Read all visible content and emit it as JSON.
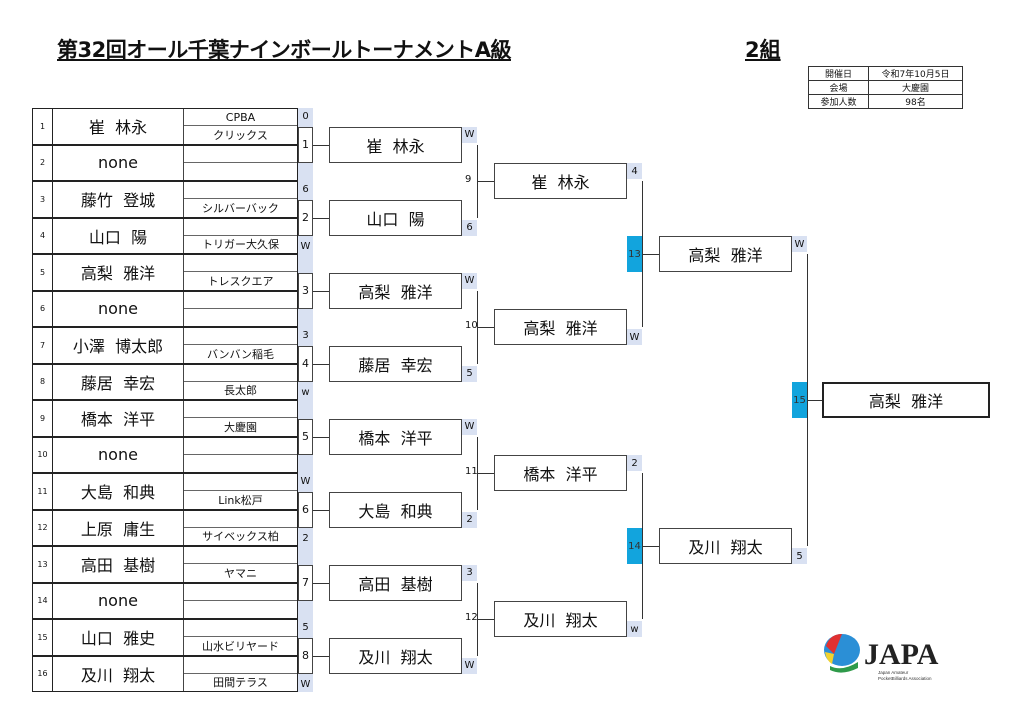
{
  "header": {
    "title": "第32回オール千葉ナインボールトーナメントA級",
    "group": "2組"
  },
  "info": [
    {
      "label": "開催日",
      "value": "令和7年10月5日"
    },
    {
      "label": "会場",
      "value": "大慶園"
    },
    {
      "label": "参加人数",
      "value": "98名"
    }
  ],
  "players": [
    {
      "num": "1",
      "name": "崔  林永",
      "club_top": "CPBA",
      "club_bottom": "クリックス",
      "score": "0"
    },
    {
      "num": "2",
      "name": "none",
      "club_top": "",
      "club_bottom": "",
      "score": ""
    },
    {
      "num": "3",
      "name": "藤竹  登城",
      "club_top": "",
      "club_bottom": "シルバーバック",
      "score": "6"
    },
    {
      "num": "4",
      "name": "山口  陽",
      "club_top": "",
      "club_bottom": "トリガー大久保",
      "score": "W"
    },
    {
      "num": "5",
      "name": "高梨  雅洋",
      "club_top": "",
      "club_bottom": "トレスクエア",
      "score": ""
    },
    {
      "num": "6",
      "name": "none",
      "club_top": "",
      "club_bottom": "",
      "score": ""
    },
    {
      "num": "7",
      "name": "小澤  博太郎",
      "club_top": "",
      "club_bottom": "バンバン稲毛",
      "score": "3"
    },
    {
      "num": "8",
      "name": "藤居  幸宏",
      "club_top": "",
      "club_bottom": "長太郎",
      "score": "w"
    },
    {
      "num": "9",
      "name": "橋本  洋平",
      "club_top": "",
      "club_bottom": "大慶園",
      "score": ""
    },
    {
      "num": "10",
      "name": "none",
      "club_top": "",
      "club_bottom": "",
      "score": ""
    },
    {
      "num": "11",
      "name": "大島  和典",
      "club_top": "",
      "club_bottom": "Link松戸",
      "score": "W"
    },
    {
      "num": "12",
      "name": "上原  庸生",
      "club_top": "",
      "club_bottom": "サイベックス柏",
      "score": "2"
    },
    {
      "num": "13",
      "name": "高田  基樹",
      "club_top": "",
      "club_bottom": "ヤマニ",
      "score": ""
    },
    {
      "num": "14",
      "name": "none",
      "club_top": "",
      "club_bottom": "",
      "score": ""
    },
    {
      "num": "15",
      "name": "山口  雅史",
      "club_top": "",
      "club_bottom": "山水ビリヤード",
      "score": "5"
    },
    {
      "num": "16",
      "name": "及川  翔太",
      "club_top": "",
      "club_bottom": "田間テラス",
      "score": "W"
    }
  ],
  "round1_matches": [
    "1",
    "2",
    "3",
    "4",
    "5",
    "6",
    "7",
    "8"
  ],
  "round2": [
    {
      "name": "崔  林永",
      "score": "W"
    },
    {
      "name": "山口  陽",
      "score": "6"
    },
    {
      "name": "高梨  雅洋",
      "score": "W"
    },
    {
      "name": "藤居  幸宏",
      "score": "5"
    },
    {
      "name": "橋本  洋平",
      "score": "W"
    },
    {
      "name": "大島  和典",
      "score": "2"
    },
    {
      "name": "高田  基樹",
      "score": "3"
    },
    {
      "name": "及川  翔太",
      "score": "W"
    }
  ],
  "round2_matches": [
    "9",
    "10",
    "11",
    "12"
  ],
  "round3": [
    {
      "name": "崔  林永",
      "score": "4"
    },
    {
      "name": "高梨  雅洋",
      "score": "W"
    },
    {
      "name": "橋本  洋平",
      "score": "2"
    },
    {
      "name": "及川  翔太",
      "score": "w"
    }
  ],
  "round3_matches": [
    "13",
    "14"
  ],
  "round4": [
    {
      "name": "高梨  雅洋",
      "score": "W"
    },
    {
      "name": "及川  翔太",
      "score": "5"
    }
  ],
  "final_match": "15",
  "champion": "高梨  雅洋",
  "logo": {
    "text": "JAPA",
    "subtitle": "Japan Amateur PocketBilliards Association"
  },
  "colors": {
    "accent": "#12a4dd",
    "strip": "#d9e1f2"
  }
}
